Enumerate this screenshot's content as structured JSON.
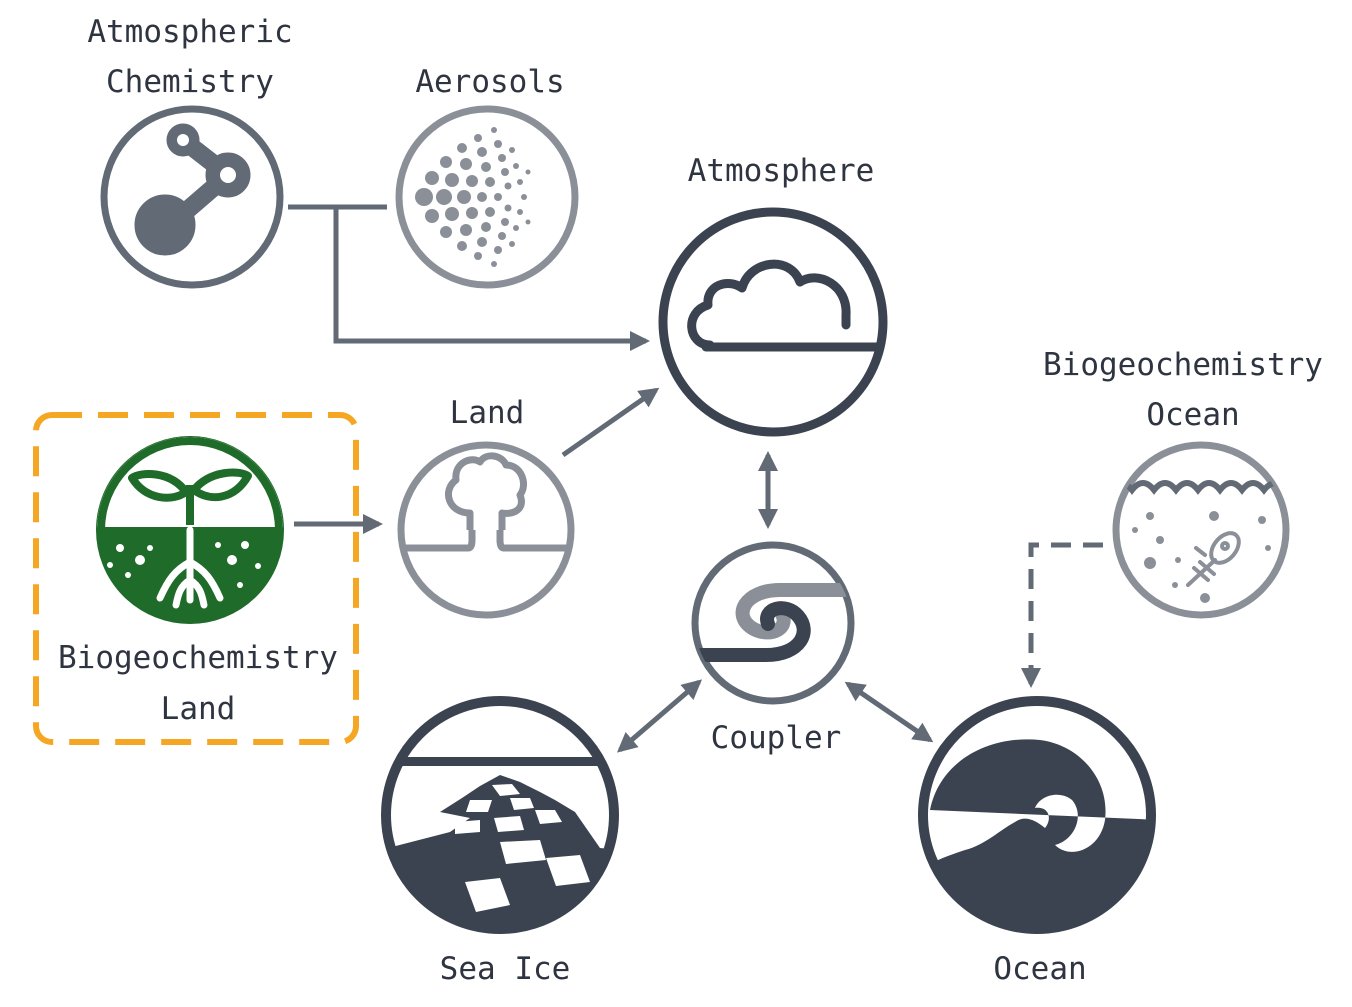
{
  "colors": {
    "dark": "#3c4350",
    "mid": "#626a76",
    "light": "#8b9098",
    "green": "#1f6b2a",
    "highlight": "#f5a623"
  },
  "nodes": {
    "atmospheric_chemistry": {
      "line1": "Atmospheric",
      "line2": "Chemistry",
      "icon": "molecule-icon"
    },
    "aerosols": {
      "label": "Aerosols",
      "icon": "particles-icon"
    },
    "atmosphere": {
      "label": "Atmosphere",
      "icon": "cloud-icon"
    },
    "land": {
      "label": "Land",
      "icon": "tree-icon"
    },
    "biogeochemistry_land": {
      "line1": "Biogeochemistry",
      "line2": "Land",
      "icon": "sprout-icon"
    },
    "biogeochemistry_ocean": {
      "line1": "Biogeochemistry",
      "line2": "Ocean",
      "icon": "plankton-icon"
    },
    "coupler": {
      "label": "Coupler",
      "icon": "swirl-icon"
    },
    "sea_ice": {
      "label": "Sea Ice",
      "icon": "ice-floes-icon"
    },
    "ocean": {
      "label": "Ocean",
      "icon": "wave-icon"
    }
  }
}
